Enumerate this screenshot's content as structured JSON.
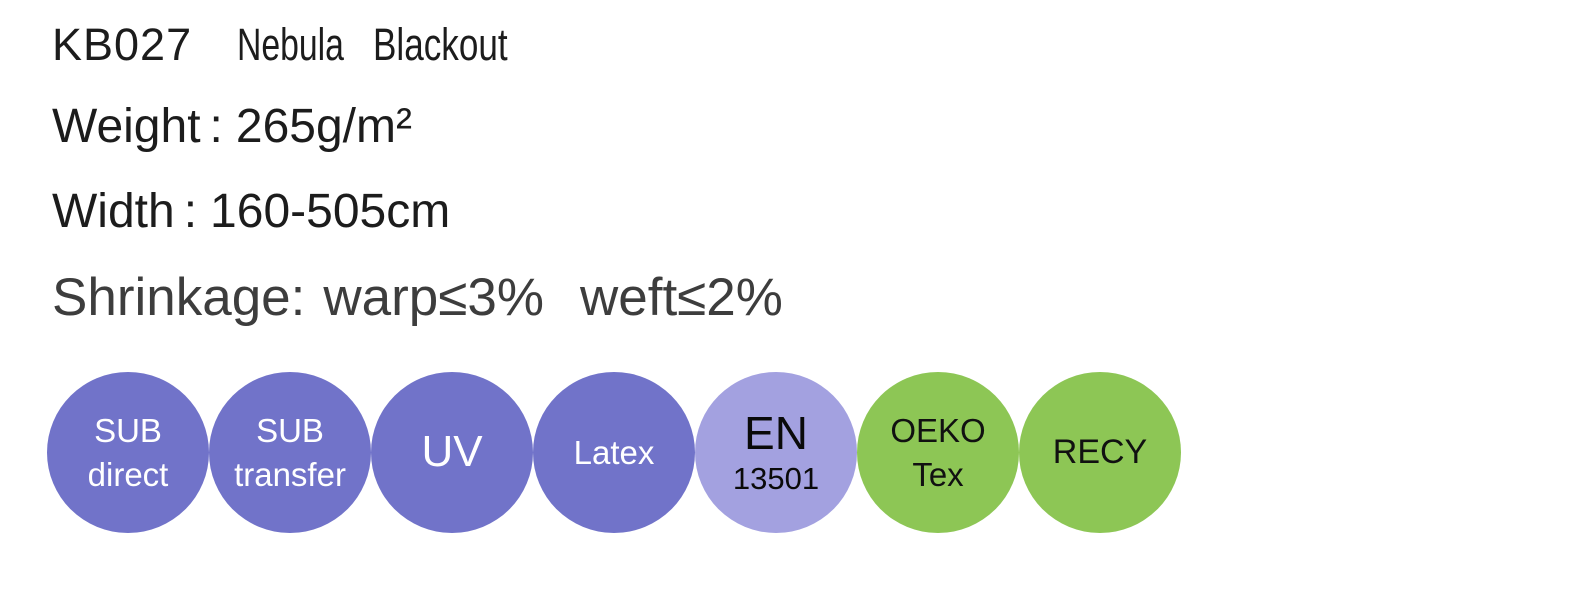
{
  "page": {
    "background": "#ffffff"
  },
  "title": {
    "code": "KB027",
    "name": "Nebula",
    "variant": "Blackout"
  },
  "specs": [
    {
      "label": "Weight",
      "colon": ":",
      "value": "265g/m²"
    },
    {
      "label": "Width",
      "colon": ":",
      "value": "160-505cm"
    }
  ],
  "shrinkage": {
    "label": "Shrinkage:",
    "warp": "warp≤3%",
    "weft": "weft≤2%"
  },
  "badges": [
    {
      "name": "sub-direct",
      "lines": [
        "SUB",
        "direct"
      ],
      "bg": "#7173c9",
      "fg": "#ffffff"
    },
    {
      "name": "sub-transfer",
      "lines": [
        "SUB",
        "transfer"
      ],
      "bg": "#7173c9",
      "fg": "#ffffff"
    },
    {
      "name": "uv",
      "lines": [
        "UV"
      ],
      "bg": "#7173c9",
      "fg": "#ffffff"
    },
    {
      "name": "latex",
      "lines": [
        "Latex"
      ],
      "bg": "#7173c9",
      "fg": "#ffffff"
    },
    {
      "name": "en-13501",
      "lines": [
        "EN",
        "13501"
      ],
      "bg": "#a3a1e0",
      "fg": "#0a0a0a"
    },
    {
      "name": "oeko-tex",
      "lines": [
        "OEKO",
        "Tex"
      ],
      "bg": "#8dc655",
      "fg": "#111111"
    },
    {
      "name": "recy",
      "lines": [
        "RECY"
      ],
      "bg": "#8dc655",
      "fg": "#111111"
    }
  ],
  "colors": {
    "text_primary": "#1c1c1c",
    "text_secondary": "#3d3d3d",
    "badge_purple": "#7173c9",
    "badge_light_purple": "#a3a1e0",
    "badge_green": "#8dc655"
  }
}
